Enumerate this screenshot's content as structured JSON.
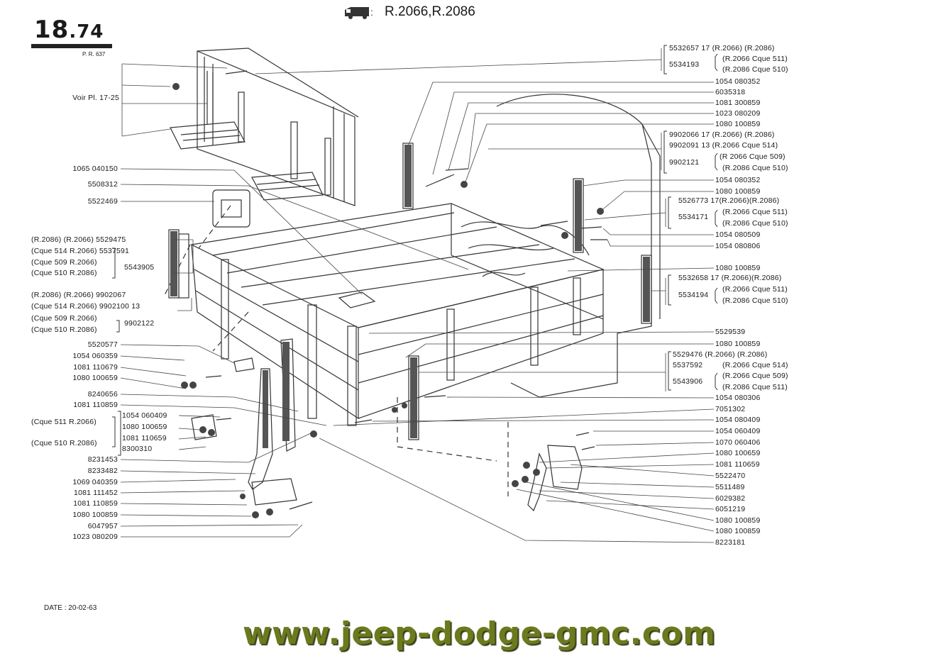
{
  "header": {
    "page_number": "18",
    "page_sub": ".74",
    "reference": "P. R. 637",
    "models": "R.2066,R.2086",
    "vehicle_icon": "van-icon"
  },
  "date": "DATE : 20-02-63",
  "watermark": "www.jeep-dodge-gmc.com",
  "left_labels": {
    "voir": "Voir Pl. 17-25",
    "l1": "1065 040150",
    "l2": "5508312",
    "l3": "5522469",
    "g1a": "(R.2086) (R.2066) 5529475",
    "g1b": "(Cque 514 R.2066) 5537591",
    "g1c": "(Cque 509 R.2066)",
    "g1d": "(Cque 510 R.2086)",
    "g1e": "5543905",
    "g2a": "(R.2086) (R.2066)   9902067",
    "g2b": "(Cque 514 R.2066) 9902100 13",
    "g2c": "(Cque 509 R.2066)",
    "g2d": "(Cque 510 R.2086)",
    "g2e": "9902122",
    "l4": "5520577",
    "l5": "1054 060359",
    "l6": "1081 110679",
    "l7": "1080 100659",
    "l8": "8240656",
    "l9": "1081 110859",
    "g3a": "(Cque 511 R.2066)",
    "g3b": "(Cque 510 R.2086)",
    "g3c": "1054 060409",
    "g3d": "1080 100659",
    "g3e": "1081 110659",
    "g3f": "8300310",
    "l10": "8231453",
    "l11": "8233482",
    "l12": "1069 040359",
    "l13": "1081 111452",
    "l14": "1081 110859",
    "l15": "1080 100859",
    "l16": "6047957",
    "l17": "1023 080209"
  },
  "right_labels": {
    "r1a": "5532657 17  (R.2066)  (R.2086)",
    "r1b": "5534193",
    "r1c": "(R.2066 Cque 511)",
    "r1d": "(R.2086 Cque 510)",
    "r2": "1054 080352",
    "r3": "6035318",
    "r4": "1081 300859",
    "r5": "1023 080209",
    "r6": "1080 100859",
    "r7a": "9902066 17  (R.2066)  (R.2086)",
    "r7b": "9902091 13   (R.2066 Cque 514)",
    "r7c": "9902121",
    "r7d": "(R 2066 Cque 509)",
    "r7e": "(R.2086 Cque 510)",
    "r8": "1054 080352",
    "r9": "1080 100859",
    "r10a": "5526773 17(R.2066)(R.2086)",
    "r10b": "5534171",
    "r10c": "(R.2066 Cque 511)",
    "r10d": "(R.2086 Cque 510)",
    "r11": "1054 080509",
    "r12": "1054 080806",
    "r13": "1080 100859",
    "r14a": "5532658 17 (R.2066)(R.2086)",
    "r14b": "5534194",
    "r14c": "(R.2066 Cque 511)",
    "r14d": "(R.2086 Cque 510)",
    "r15": "5529539",
    "r16": "1080 100859",
    "r17a": "5529476    (R.2066) (R.2086)",
    "r17b": "5537592",
    "r17c": "(R.2066 Cque 514)",
    "r17d": "5543906",
    "r17e": "(R.2066 Cque 509)",
    "r17f": "(R.2086 Cque   511)",
    "r18": "1054 080306",
    "r19": "7051302",
    "r20": "1054 080409",
    "r21": "1054 060409",
    "r22": "1070 060406",
    "r23": "1080 100659",
    "r24": "1081 110659",
    "r25": "5522470",
    "r26": "5511489",
    "r27": "6029382",
    "r28": "6051219",
    "r29": "1080 100859",
    "r30": "1080 100859",
    "r31": "8223181"
  }
}
